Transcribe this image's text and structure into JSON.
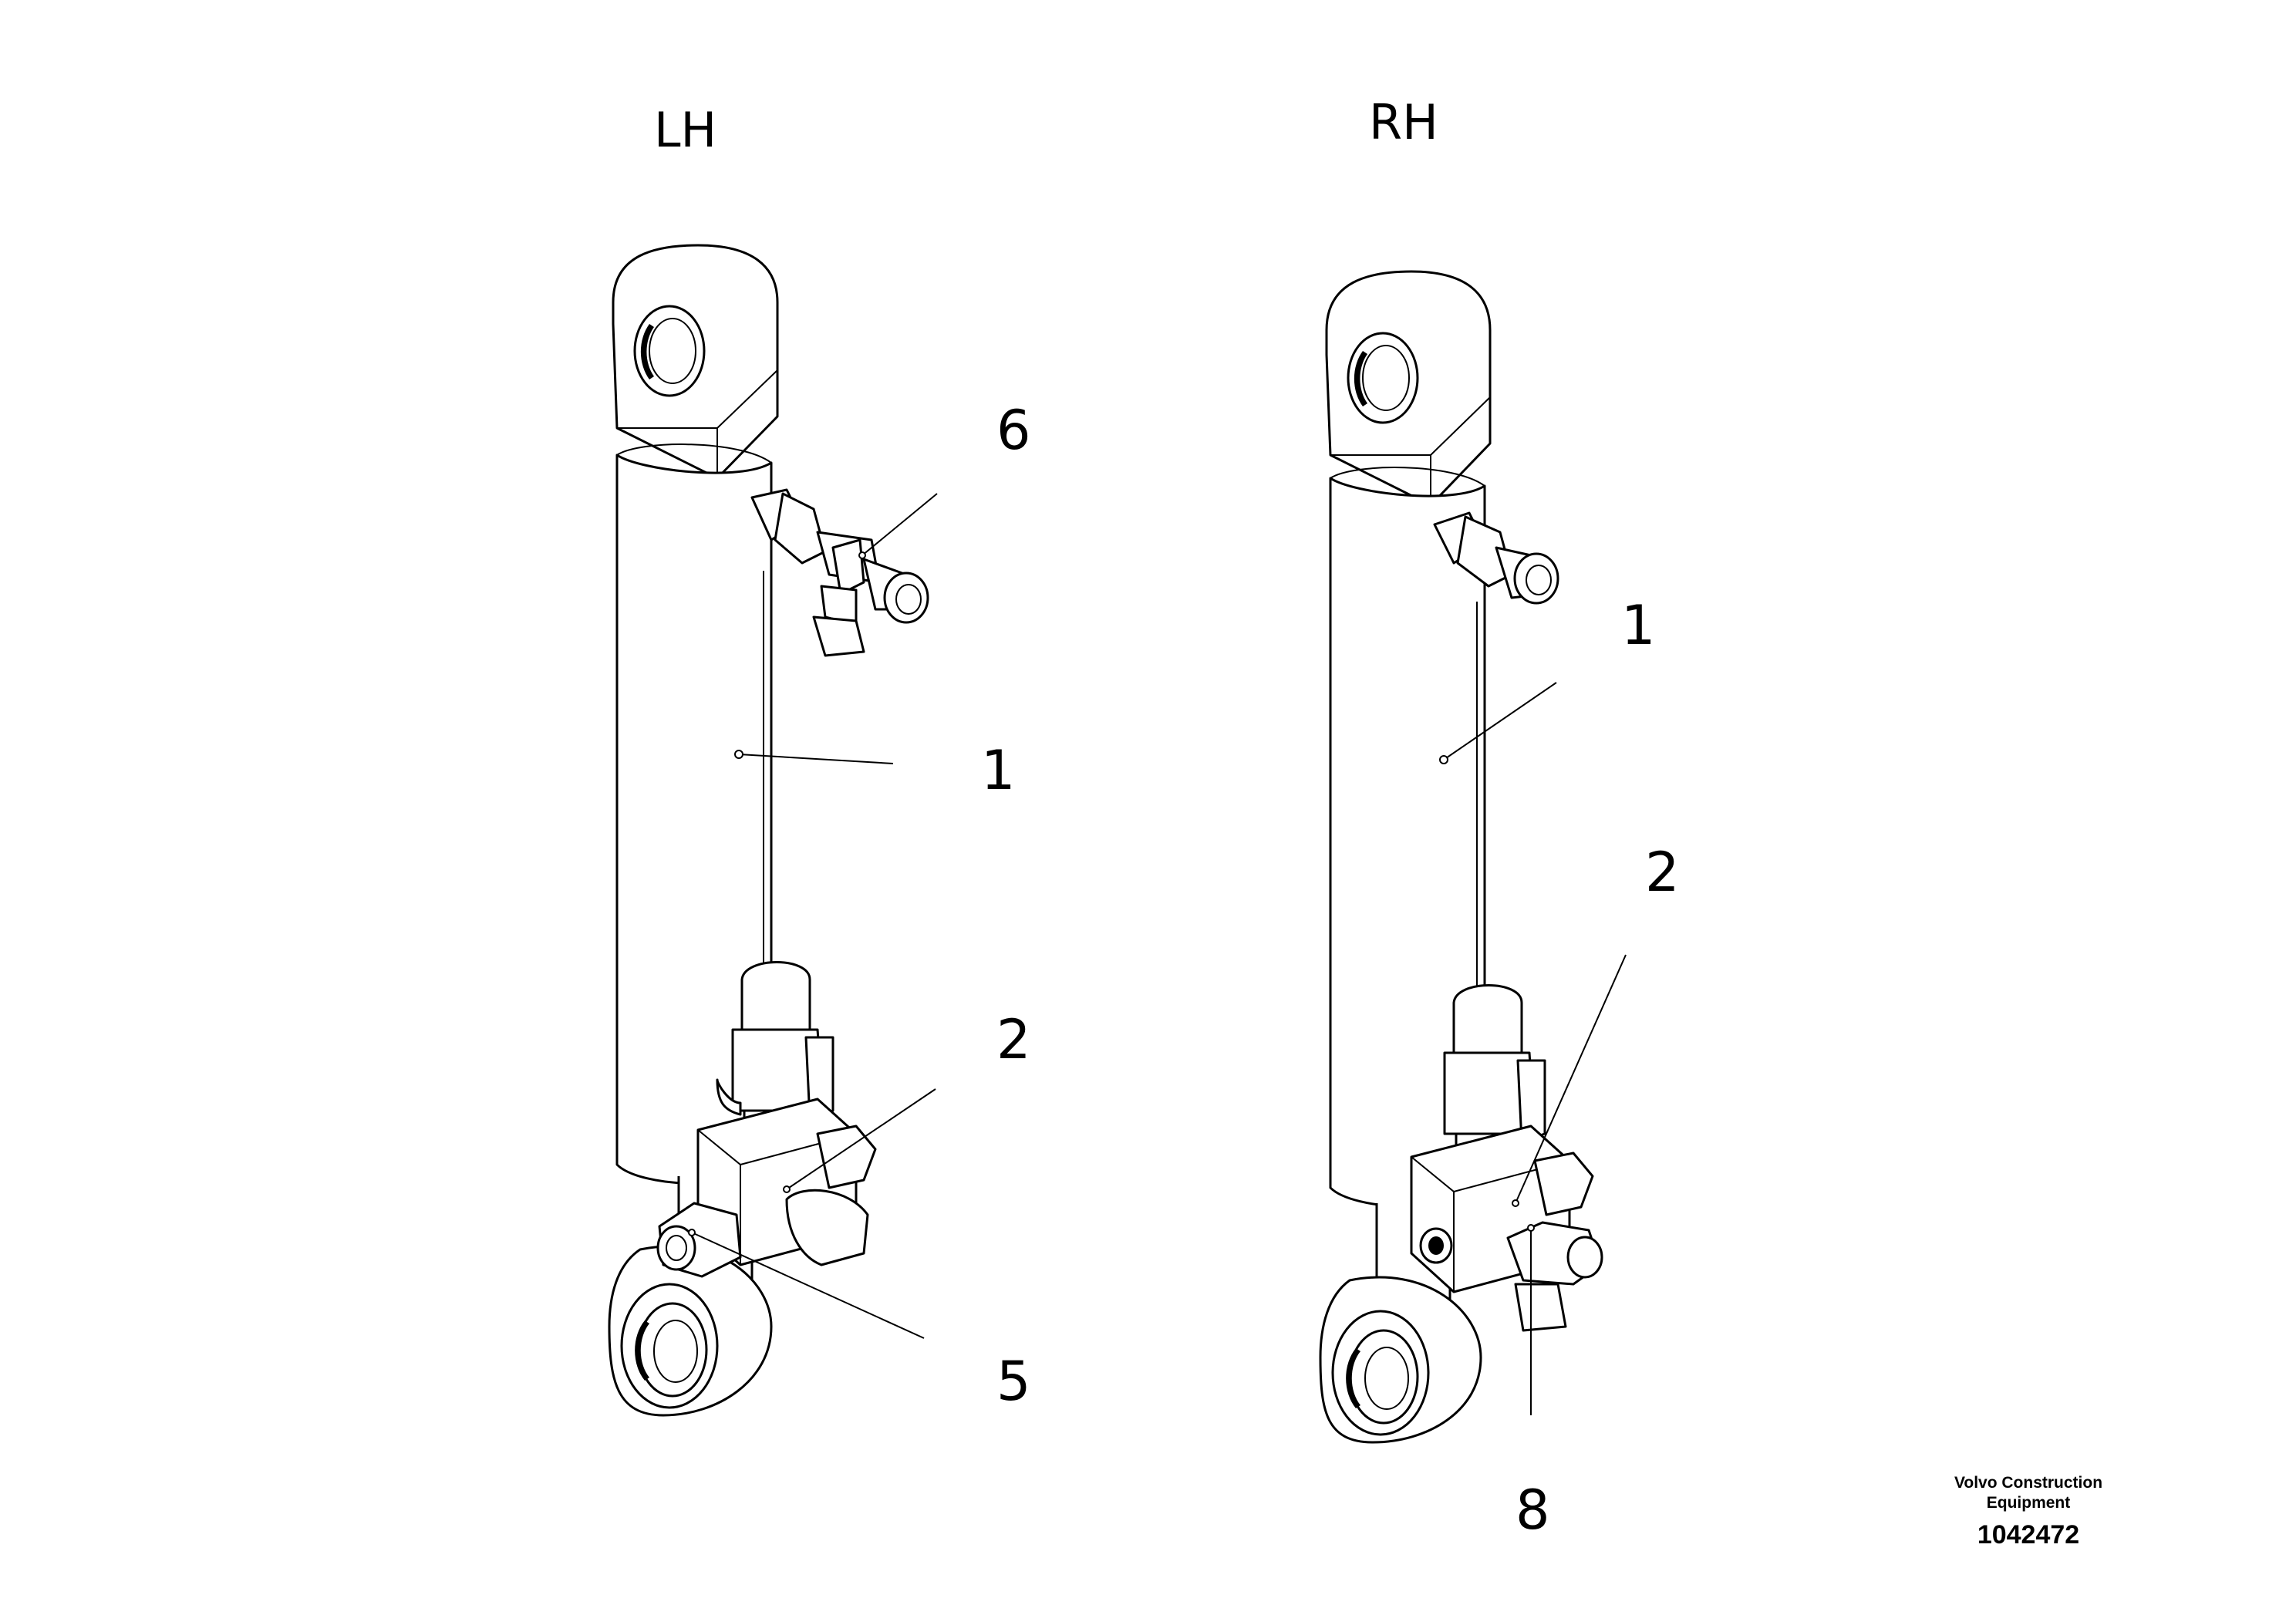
{
  "views": {
    "left": {
      "title": "LH",
      "callouts": [
        "6",
        "1",
        "2",
        "5"
      ]
    },
    "right": {
      "title": "RH",
      "callouts": [
        "1",
        "2",
        "8"
      ]
    }
  },
  "brand": {
    "line1": "Volvo Construction",
    "line2": "Equipment",
    "drawing_number": "1042472"
  }
}
